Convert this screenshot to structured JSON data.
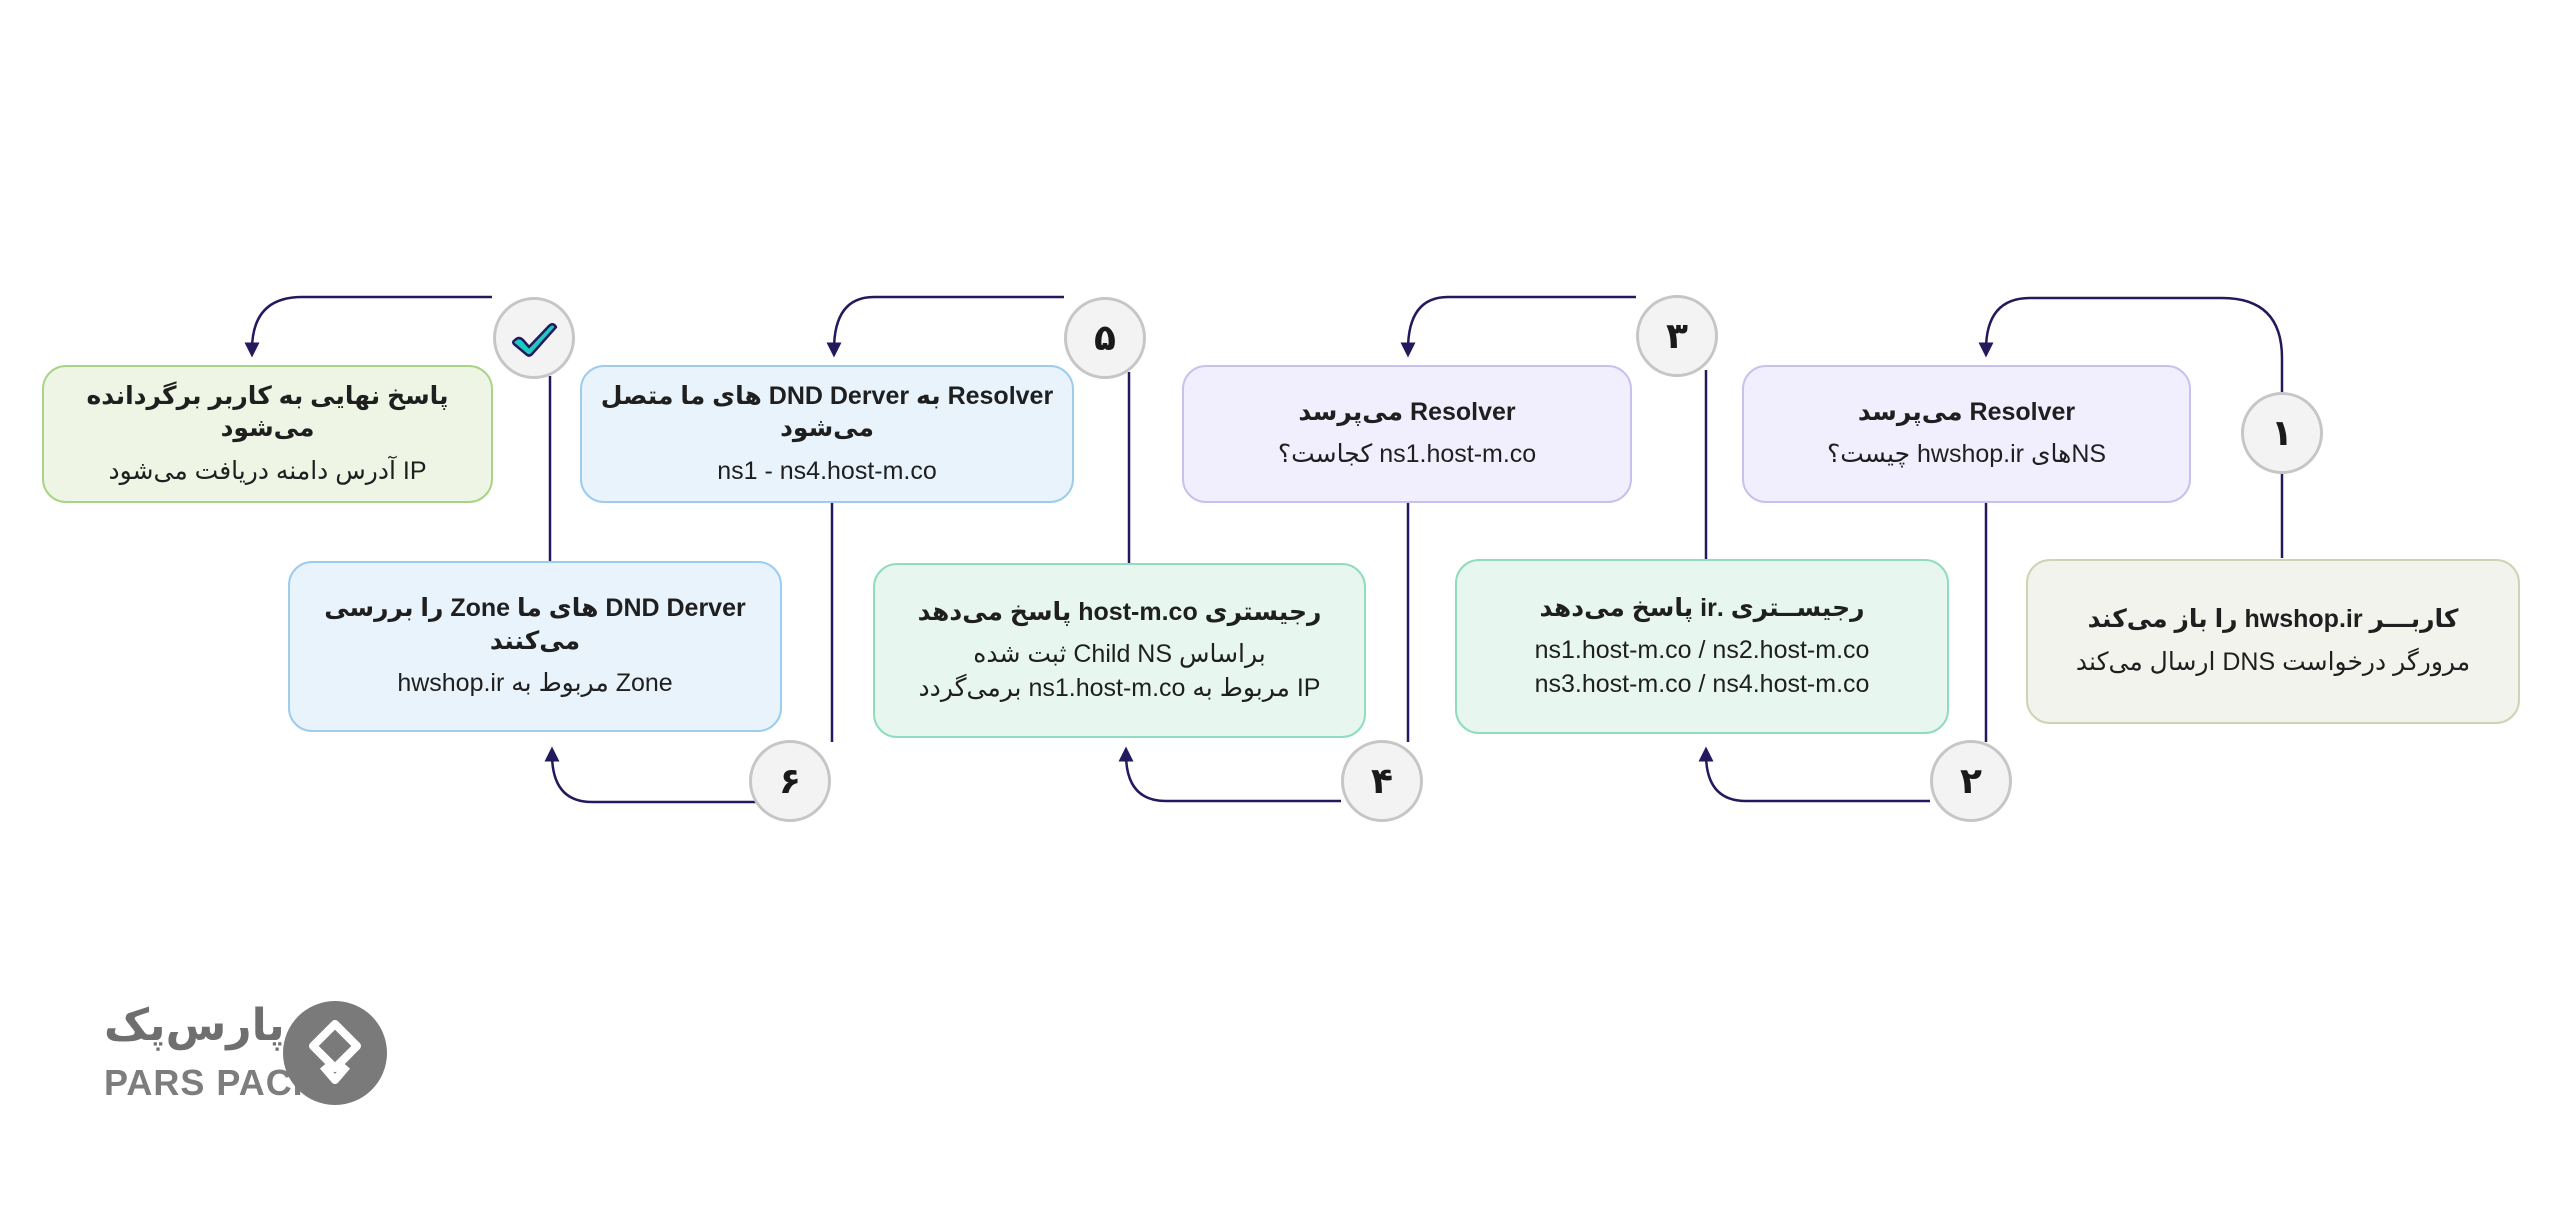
{
  "steps": [
    {
      "marker": "۱",
      "title": "کاربـــر hwshop.ir را باز می‌کند",
      "text": "مرورگر درخواست DNS ارسال می‌کند"
    },
    {
      "marker": "۲",
      "title": "رجیســتری .ir پاسخ می‌دهد",
      "text": "ns1.host-m.co / ns2.host-m.co\nns3.host-m.co / ns4.host-m.co"
    },
    {
      "marker": "۳",
      "title": "Resolver می‌پرسد",
      "text": "ns1.host-m.co کجاست؟"
    },
    {
      "marker": "۴",
      "title": "رجیستری host-m.co پاسخ می‌دهد",
      "text": "براساس Child NS ثبت شده\nIP مربوط به ns1.host-m.co برمی‌گردد"
    },
    {
      "marker": "۵",
      "title": "Resolver به DND Derver های ما متصل می‌شود",
      "text": "ns1 - ns4.host-m.co"
    },
    {
      "marker": "۶",
      "title": "DND Derver  های ما Zone را بررسی می‌کنند",
      "text": "Zone  مربوط به hwshop.ir"
    }
  ],
  "question_step": {
    "title": "Resolver می‌پرسد",
    "text": "NSهای hwshop.ir چیست؟"
  },
  "final_step": {
    "icon": "checkmark-icon",
    "title": "پاسخ نهایی به کاربر برگردانده می‌شود",
    "text": "IP آدرس دامنه دریافت می‌شود"
  },
  "brand": {
    "name_fa": "پارس‌پک",
    "name_en": "PARS PACK",
    "logo_icon": "parspack-logo-icon"
  },
  "colors": {
    "connector": "#231a5e",
    "check": "#1ec9c0",
    "logo": "#7a7a7a"
  }
}
